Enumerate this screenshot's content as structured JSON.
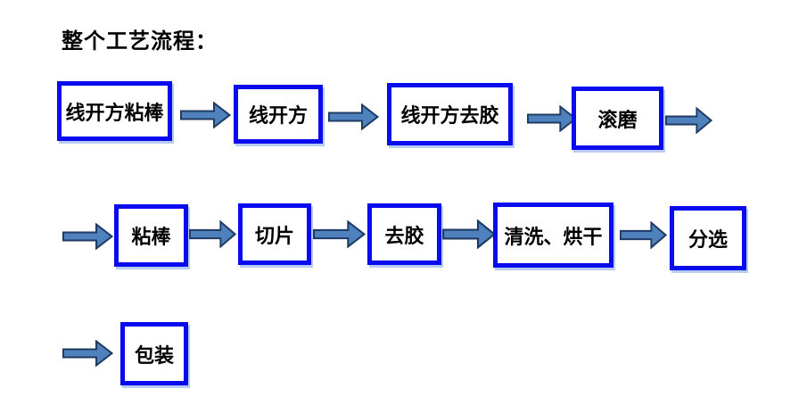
{
  "title": "整个工艺流程：",
  "colors": {
    "background": "#ffffff",
    "box_border": "#0a0aef",
    "box_fill": "#ffffff",
    "arrow_fill": "#4f81bd",
    "arrow_outline": "#1f3a63",
    "text": "#000000"
  },
  "nodes": [
    {
      "label": "线开方粘棒"
    },
    {
      "label": "线开方"
    },
    {
      "label": "线开方去胶"
    },
    {
      "label": "滚磨"
    },
    {
      "label": "粘棒"
    },
    {
      "label": "切片"
    },
    {
      "label": "去胶"
    },
    {
      "label": "清洗、烘干"
    },
    {
      "label": "分选"
    },
    {
      "label": "包装"
    }
  ],
  "flow_sequence": [
    "线开方粘棒",
    "线开方",
    "线开方去胶",
    "滚磨",
    "粘棒",
    "切片",
    "去胶",
    "清洗、烘干",
    "分选",
    "包装"
  ]
}
